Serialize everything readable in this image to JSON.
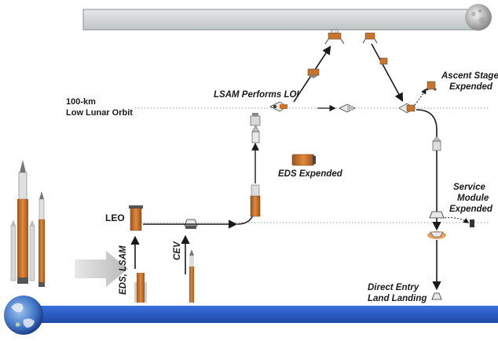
{
  "labels": {
    "lunar_orbit_line1": "100-km",
    "lunar_orbit_line2": "Low Lunar Orbit",
    "leo": "LEO",
    "lsam_loi": "LSAM Performs LOI",
    "eds_expended": "EDS Expended",
    "ascent_stage_line1": "Ascent Stage",
    "ascent_stage_line2": "Expended",
    "service_module_line1": "Service",
    "service_module_line2": "Module",
    "service_module_line3": "Expended",
    "direct_entry_line1": "Direct  Entry",
    "direct_entry_line2": "Land Landing",
    "eds_lsam_launch": "EDS, LSAM",
    "cev_launch": "CEV"
  },
  "colors": {
    "moon_surface": "#d4d8d8",
    "earth_surface": "#2d5fc9",
    "booster_orange": "#c8742a",
    "path_line": "#1a1a1a",
    "dotted_orbit": "#9a9a9a",
    "arrow_grey": "#c9c9c9"
  },
  "icons": [
    "moon-icon",
    "earth-icon",
    "rocket-stack-icon",
    "spacecraft-icon",
    "capsule-icon",
    "parachute-icon"
  ]
}
